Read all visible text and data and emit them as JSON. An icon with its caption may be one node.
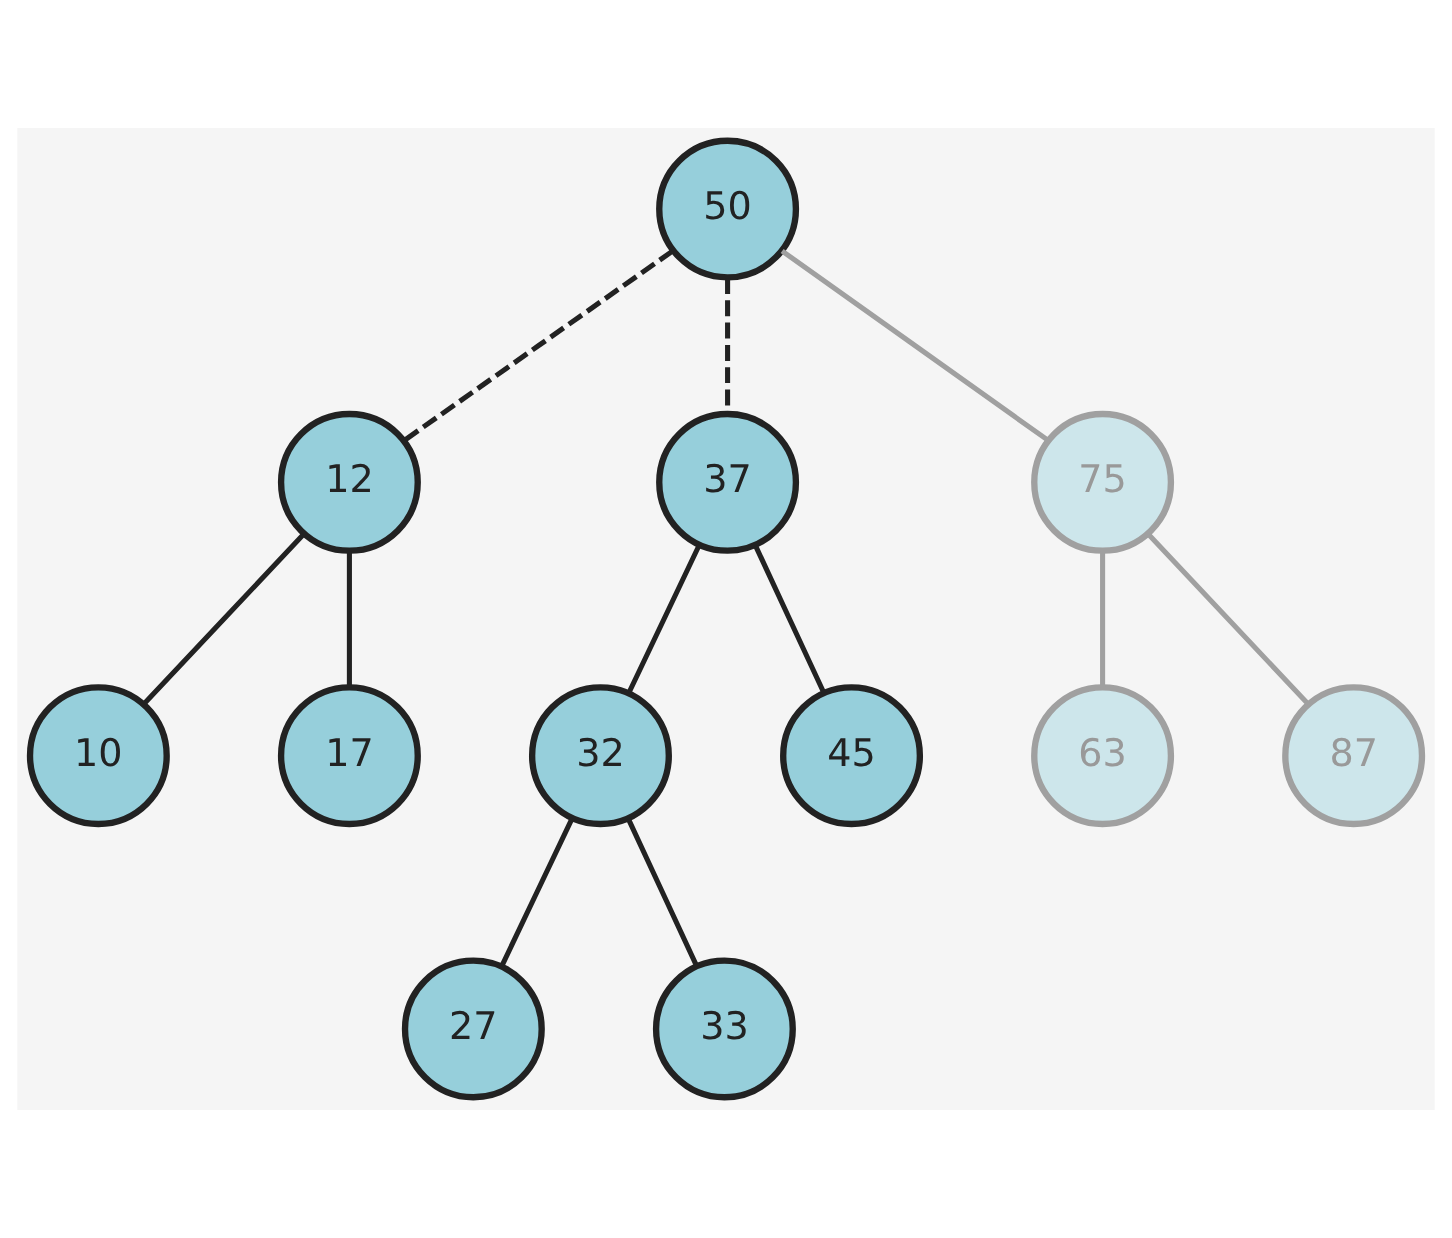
{
  "diagram": {
    "nodes": [
      {
        "text": [
          "50"
        ]
      },
      {
        "text": [
          "75"
        ]
      },
      {
        "text": [
          "12"
        ]
      },
      {
        "text": [
          "37"
        ]
      },
      {
        "text": [
          "63"
        ]
      },
      {
        "text": [
          "87"
        ]
      },
      {
        "text": [
          "10"
        ]
      },
      {
        "text": [
          "17"
        ]
      },
      {
        "text": [
          "32"
        ]
      },
      {
        "text": [
          "45"
        ]
      },
      {
        "text": [
          "27"
        ]
      },
      {
        "text": [
          "33"
        ]
      }
    ],
    "edges": [
      {
        "from": 0,
        "to": 2,
        "arrow": "none",
        "style": "dashed"
      },
      {
        "from": 0,
        "to": 3,
        "arrow": "none",
        "style": "dashed"
      },
      {
        "from": 0,
        "to": 1,
        "arrow": "none",
        "color": "#a0a0a0"
      },
      {
        "from": 1,
        "to": 4,
        "arrow": "none",
        "color": "#a0a0a0"
      },
      {
        "from": 1,
        "to": 5,
        "arrow": "none",
        "color": "#a0a0a0"
      },
      {
        "from": 2,
        "to": 6,
        "arrow": "none"
      },
      {
        "from": 2,
        "to": 7,
        "arrow": "none"
      },
      {
        "from": 3,
        "to": 8,
        "arrow": "none"
      },
      {
        "from": 3,
        "to": 9,
        "arrow": "none"
      },
      {
        "from": 8,
        "to": 10,
        "arrow": "none"
      },
      {
        "from": 8,
        "to": 11,
        "arrow": "none"
      }
    ]
  }
}
